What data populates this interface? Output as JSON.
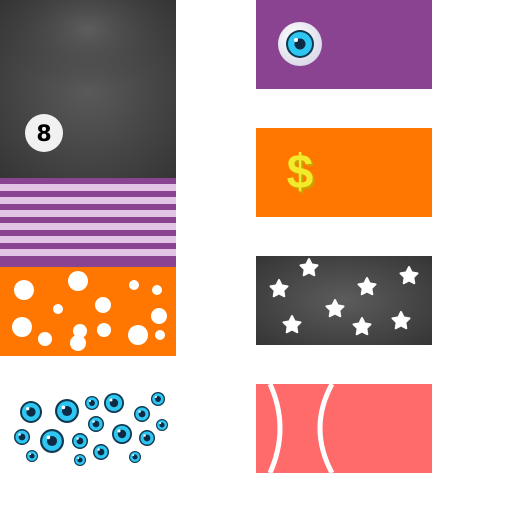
{
  "palette": {
    "gray_dark": "#3c3c3c",
    "gray_mid": "#555555",
    "purple": "#8a4390",
    "lavender": "#e2c4e4",
    "orange": "#ff7700",
    "coral": "#ff6b6b",
    "cyan": "#29c5f1",
    "navy": "#103050",
    "white": "#ffffff",
    "yellow": "#f2ea2a",
    "yellow_shadow": "#c9a400"
  },
  "swatches": [
    {
      "id": "black-ball-gradient",
      "icon": "eight-ball-icon"
    },
    {
      "id": "purple-stripes",
      "pattern": "horizontal-stripes"
    },
    {
      "id": "orange-polka-dots",
      "pattern": "polka-dots"
    },
    {
      "id": "cyan-eyeballs",
      "icon": "eyeball-icon",
      "pattern": "scattered"
    },
    {
      "id": "purple-eyeball",
      "icon": "eyeball-icon"
    },
    {
      "id": "orange-dollar",
      "icon": "dollar-icon"
    },
    {
      "id": "dark-stars",
      "icon": "star-icon",
      "pattern": "scattered"
    },
    {
      "id": "coral-ball-seams",
      "pattern": "ball-seams"
    }
  ],
  "labels": {
    "eight_ball": "8",
    "dollar": "$"
  }
}
